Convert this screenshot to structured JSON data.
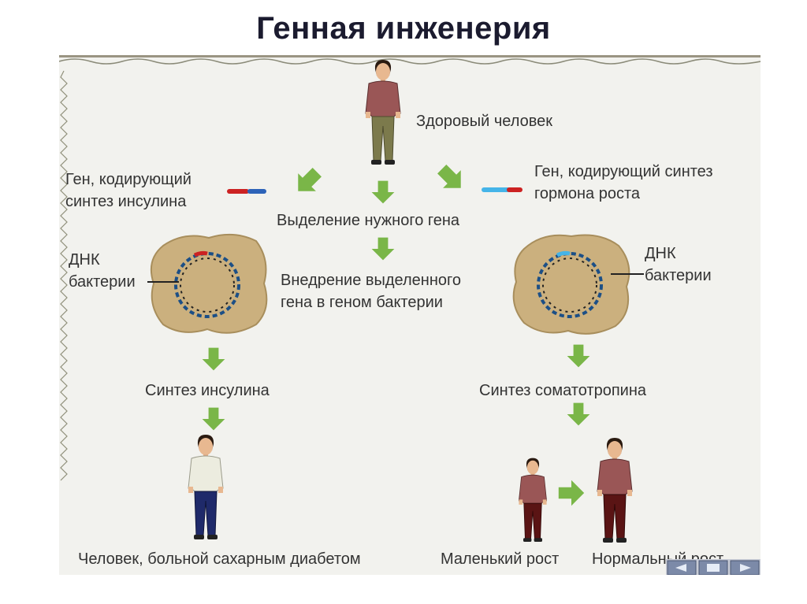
{
  "title": "Генная инженерия",
  "labels": {
    "healthy_person": "Здоровый человек",
    "gene_insulin_1": "Ген, кодирующий",
    "gene_insulin_2": "синтез инсулина",
    "gene_growth_1": "Ген, кодирующий синтез",
    "gene_growth_2": "гормона роста",
    "isolation": "Выделение нужного гена",
    "insertion_1": "Внедрение выделенного",
    "insertion_2": "гена в геном бактерии",
    "dna_left_1": "ДНК",
    "dna_left_2": "бактерии",
    "dna_right_1": "ДНК",
    "dna_right_2": "бактерии",
    "insulin_synthesis": "Синтез инсулина",
    "somatotropin_synthesis": "Синтез соматотропина",
    "diabetic_person": "Человек, больной сахарным диабетом",
    "short_growth": "Маленький рост",
    "normal_growth": "Нормальный рост"
  },
  "colors": {
    "arrow": "#7ab648",
    "shirt_healthy": "#9a5656",
    "pants_healthy": "#7c7a4c",
    "shirt_diabetic": "#ececdf",
    "pants_diabetic": "#1f2a6a",
    "shirt_grow": "#9a5656",
    "pants_grow": "#5a1414",
    "cell": "#cbb07e",
    "dna_blue": "#1c4f86",
    "gene_red": "#cc2222",
    "gene_blue": "#2d63b8",
    "gene_cyan": "#45b4e8"
  },
  "icons": [
    "arrow-icon",
    "person-icon",
    "bacterium-cell-icon",
    "dna-ring-icon",
    "gene-bar-icon",
    "nav-button-icon"
  ]
}
